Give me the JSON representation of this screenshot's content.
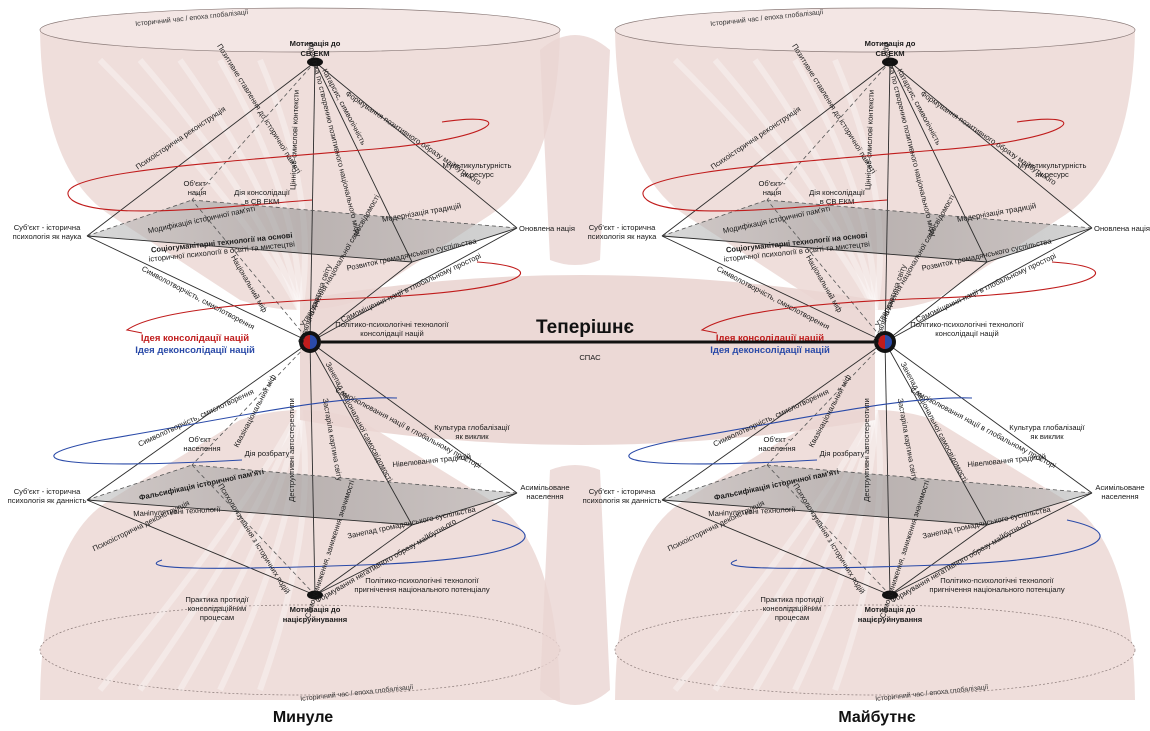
{
  "center": {
    "present": "Теперішнє",
    "spas": "СПАС",
    "past": "Минуле",
    "future": "Майбутнє"
  },
  "colors": {
    "red": "#c01c1c",
    "blue": "#2a4aa8",
    "bg": "#efe0de",
    "plane": "#9a9a9a"
  },
  "panels": [
    {
      "top_cone": "Історичний час / епоха глобалізації",
      "bottom_cone": "Історичний час / епоха глобалізації",
      "upper": {
        "apex": [
          "Мотивація до",
          "СВ ЕКМ"
        ],
        "left": [
          "Суб'єкт - історична",
          "психологія як наука"
        ],
        "right": "Оновлена нація",
        "object": [
          "Об'єкт -",
          "нація"
        ],
        "action": [
          "Дія консолідації",
          "в СВ ЕКМ"
        ],
        "multicultural": [
          "Мультикультурність",
          "як ресурс"
        ],
        "edges": [
          "Психоісторична реконструкція",
          "Позитивне ставлення до історичної пам'яті",
          "Ціннісно-смислові контексти",
          "Практика по створенню позитивного національного міфу",
          "Катарсис, символічність",
          "Формування позитивного образу майбутнього",
          "Модифікація історичної пам'яті",
          "Модернізація традицій",
          "Соціогуманітарні технології на основі",
          "історичної психології в освіті та мистецтві",
          "Розвиток громадянського суспільства",
          "Символотворчість, смислотворення",
          "Національний міф",
          "Оновлена картина світу",
          "Утвердження національної самосвідомості",
          "Самоміщення нації в глобальному просторі"
        ]
      },
      "idea_red": "Ідея консолідації націй",
      "idea_blue": "Ідея деконсолідації націй",
      "tech_upper": [
        "Політико-психологічні технології",
        "консолідації націй"
      ],
      "lower": {
        "apex": [
          "Мотивація до",
          "націєруйнування"
        ],
        "left": [
          "Суб'єкт - історична",
          "психологія як данність"
        ],
        "right": [
          "Асимільоване",
          "населення"
        ],
        "object": [
          "Об'єкт -",
          "населення"
        ],
        "action": "Дія розбрату",
        "culture": [
          "Культура глобалізації",
          "як виклик"
        ],
        "practice": [
          "Практика протидії",
          "консолідаційним",
          "процесам"
        ],
        "edges": [
          "Символотворчість, смислотворення",
          "Квазінаціональний міф",
          "Деструктивні автостереотипи",
          "Застаріла картина світу",
          "Занепад національної самосвідомості",
          "Самоізолювання нації в глобальному просторі",
          "Фальсифікація історичної пам'яті",
          "Нівелювання традицій",
          "Маніпулятивні технології",
          "Занепад громадянського суспільства",
          "Психоісторична деконструкція",
          "Психологізування з історичних подій",
          "Самоприниження, заниження значимості",
          "Формування негативного образу майбутнього"
        ],
        "tech": [
          "Політико-психологічні технології",
          "пригнічення національного потенціалу"
        ]
      }
    },
    {
      "top_cone": "Історичний час / епоха глобалізації",
      "bottom_cone": "Історичний час / епоха глобалізації",
      "upper": {
        "apex": [
          "Мотивація до",
          "СВ ЕКМ"
        ],
        "left": [
          "Суб'єкт - історична",
          "психологія як наука"
        ],
        "right": "Оновлена нація",
        "object": [
          "Об'єкт -",
          "нація"
        ],
        "action": [
          "Дія консолідації",
          "в СВ ЕКМ"
        ],
        "multicultural": [
          "Мультикультурність",
          "як ресурс"
        ],
        "edges": [
          "Психоісторична реконструкція",
          "Позитивне ставлення до історичної пам'яті",
          "Ціннісно-смислові контексти",
          "Практика по створенню позитивного національного міфу",
          "Катарсис, символічність",
          "Формування позитивного образу майбутнього",
          "Модифікація історичної пам'яті",
          "Модернізація традицій",
          "Соціогуманітарні технології на основі",
          "історичної психології в освіті та мистецтві",
          "Розвиток громадянського суспільства",
          "Символотворчість, смислотворення",
          "Національний міф",
          "Оновлена картина світу",
          "Утвердження національної самосвідомості",
          "Самоміщення нації в глобальному просторі"
        ]
      },
      "idea_red": "Ідея консолідації націй",
      "idea_blue": "Ідея деконсолідації націй",
      "tech_upper": [
        "Політико-психологічні технології",
        "консолідації націй"
      ],
      "lower": {
        "apex": [
          "Мотивація до",
          "націєруйнування"
        ],
        "left": [
          "Суб'єкт - історична",
          "психологія як данність"
        ],
        "right": [
          "Асимільоване",
          "населення"
        ],
        "object": [
          "Об'єкт -",
          "населення"
        ],
        "action": "Дія розбрату",
        "culture": [
          "Культура глобалізації",
          "як виклик"
        ],
        "practice": [
          "Практика протидії",
          "консолідаційним",
          "процесам"
        ],
        "edges": [
          "Символотворчість, смислотворення",
          "Квазінаціональний міф",
          "Деструктивні автостереотипи",
          "Застаріла картина світу",
          "Занепад національної самосвідомості",
          "Самоізолювання нації в глобальному просторі",
          "Фальсифікація історичної пам'яті",
          "Нівелювання традицій",
          "Маніпулятивні технології",
          "Занепад громадянського суспільства",
          "Психоісторична деконструкція",
          "Психологізування з історичних подій",
          "Самоприниження, заниження значимості",
          "Формування негативного образу майбутнього"
        ],
        "tech": [
          "Політико-психологічні технології",
          "пригнічення національного потенціалу"
        ]
      }
    }
  ]
}
